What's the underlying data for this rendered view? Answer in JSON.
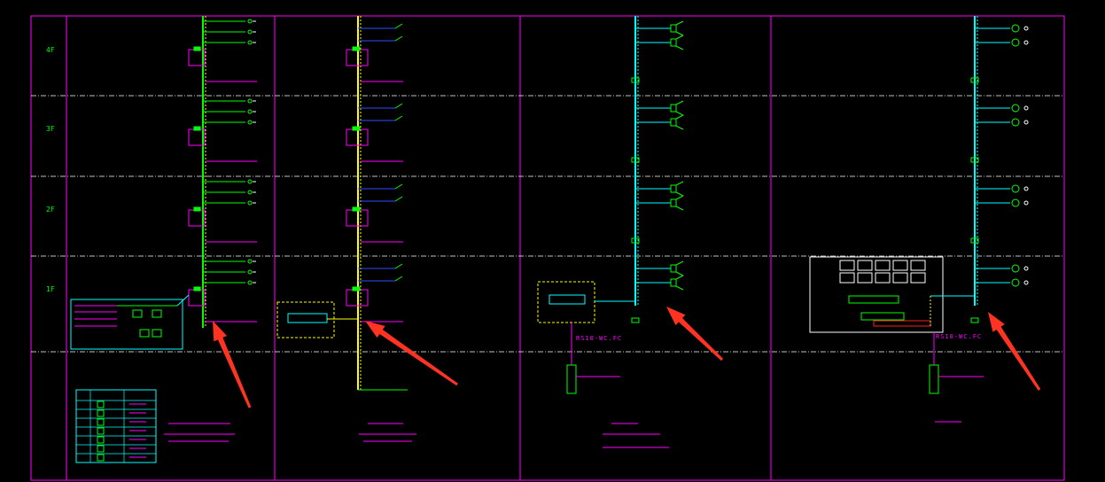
{
  "drawing": {
    "floors": [
      "4F",
      "3F",
      "2F",
      "1F"
    ],
    "colors": {
      "background": "#000000",
      "frame": "#ff00ff",
      "riser_green": "#00ff00",
      "riser_yellow": "#ffff00",
      "riser_cyan": "#00ffff",
      "blue": "#3050ff",
      "white": "#ffffff",
      "red": "#ff2020",
      "arrow": "#ff3322"
    },
    "panels": [
      {
        "name": "panel-1",
        "riser_color": "#00ff00"
      },
      {
        "name": "panel-2",
        "riser_color": "#ffff00"
      },
      {
        "name": "panel-3",
        "riser_color": "#00ffff"
      },
      {
        "name": "panel-4",
        "riser_color": "#00ffff"
      }
    ],
    "cable_labels": [
      "RS10-WC.FC",
      "RS10-WC.FC"
    ]
  }
}
